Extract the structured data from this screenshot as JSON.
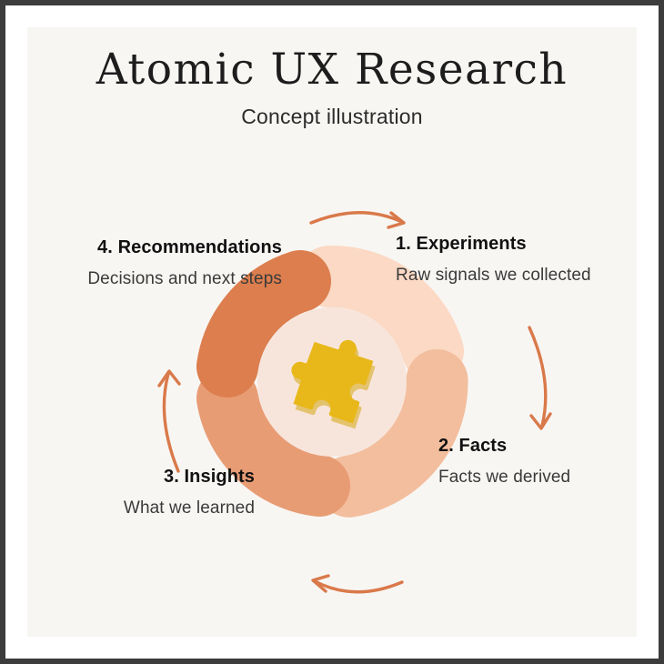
{
  "header": {
    "title": "Atomic UX Research",
    "subtitle": "Concept illustration"
  },
  "colors": {
    "canvas": "#f8f6f3",
    "frame_border": "#3c3c3c",
    "inner_circle": "#f7e5dc",
    "puzzle": "#e8b81a",
    "puzzle_shadow": "#d6a713",
    "arrow": "#d9794a",
    "text_primary": "#111111",
    "text_secondary": "#3a3a3a",
    "gap": "#f8f6f3"
  },
  "chart_data": {
    "type": "pie",
    "title": "Atomic UX Research",
    "subtitle": "Concept illustration",
    "legend_position": "around",
    "center_icon": "puzzle-piece-icon",
    "categories": [
      "1. Experiments",
      "2. Facts",
      "3. Insights",
      "4. Recommendations"
    ],
    "values": [
      25,
      25,
      25,
      25
    ],
    "colors": [
      "#fbd9c4",
      "#f3be9d",
      "#e89c74",
      "#dc7e4e"
    ]
  },
  "cycle": {
    "steps": [
      {
        "id": "experiments",
        "title": "1. Experiments",
        "desc": "Raw signals we collected",
        "color": "#fbd9c4"
      },
      {
        "id": "facts",
        "title": "2. Facts",
        "desc": "Facts we derived",
        "color": "#f3be9d"
      },
      {
        "id": "insights",
        "title": "3. Insights",
        "desc": "What we learned",
        "color": "#e89c74"
      },
      {
        "id": "recommendations",
        "title": "4. Recommendations",
        "desc": "Decisions and next steps",
        "color": "#dc7e4e"
      }
    ],
    "arrows": [
      {
        "id": "arrow-top",
        "direction": "clockwise-top"
      },
      {
        "id": "arrow-right",
        "direction": "clockwise-right"
      },
      {
        "id": "arrow-bottom",
        "direction": "clockwise-bottom"
      },
      {
        "id": "arrow-left",
        "direction": "clockwise-left"
      }
    ]
  }
}
